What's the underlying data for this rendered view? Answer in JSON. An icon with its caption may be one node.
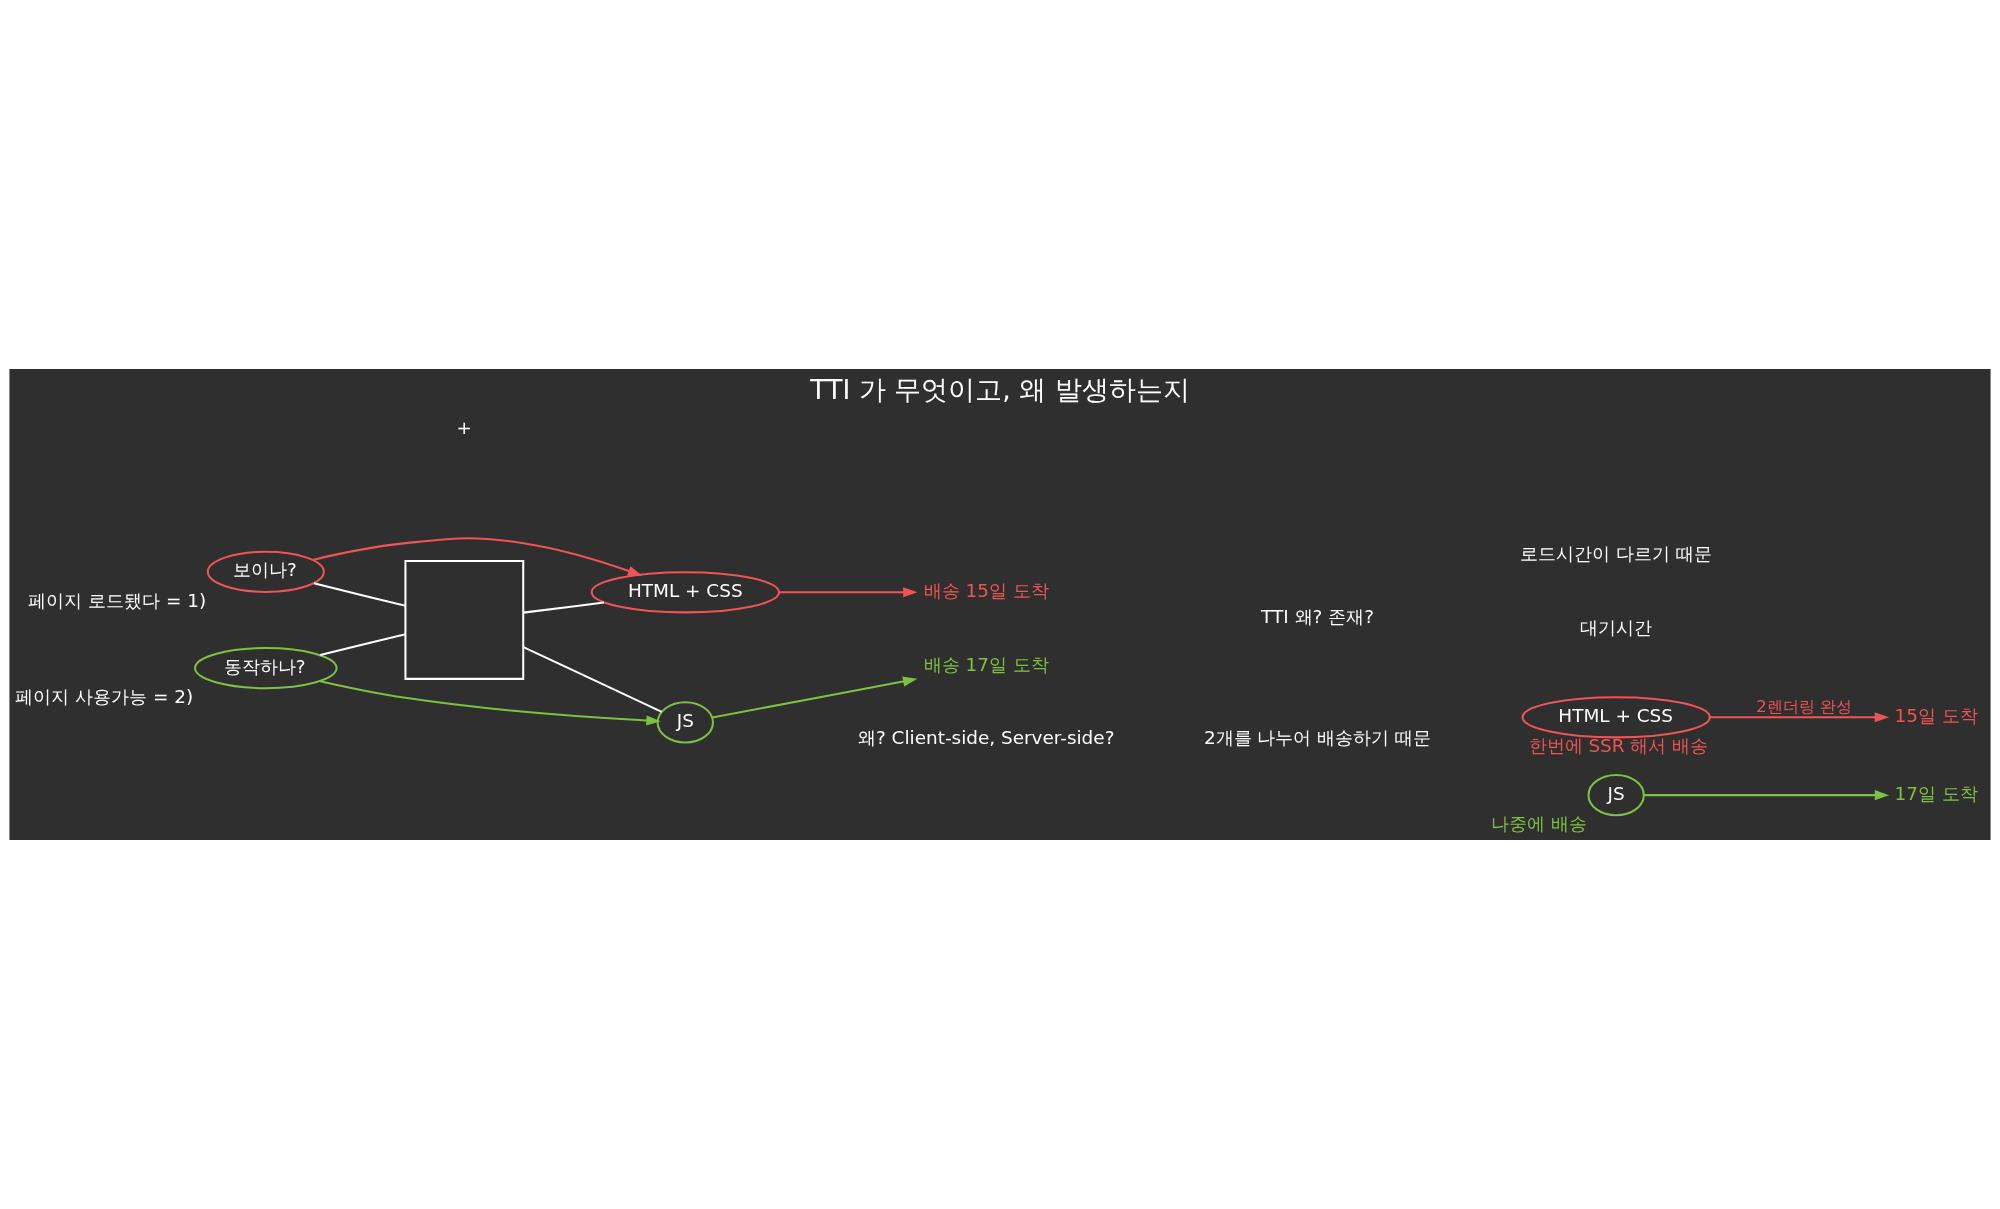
{
  "diagram": {
    "title": "TTI 가 무엇이고, 왜 발생하는지",
    "nodes": [
      {
        "text": [
          "보이나?"
        ],
        "beside": [
          "페이지 로드됐다 = 1)"
        ]
      },
      {
        "text": [
          "동작하나?"
        ],
        "beside": [
          "페이지 사용가능 = 2)"
        ]
      },
      {
        "text": [],
        "shape": "box"
      },
      {
        "text": [
          "HTML + CSS"
        ]
      },
      {
        "text": [
          "JS"
        ]
      },
      {
        "text": [
          "배송 15일 도착"
        ]
      },
      {
        "text": [
          "배송 17일 도착"
        ]
      },
      {
        "text": [
          "HTML + CSS"
        ],
        "beside": [
          "한번에 SSR 해서 배송"
        ]
      },
      {
        "text": [
          "15일 도착"
        ]
      },
      {
        "text": [
          "JS"
        ],
        "beside": [
          "나중에 배송"
        ]
      },
      {
        "text": [
          "17일 도착"
        ]
      }
    ],
    "edges": [
      {
        "from": 0,
        "to": 3,
        "arrow": "to",
        "color": "#f05454"
      },
      {
        "from": 1,
        "to": 4,
        "arrow": "to",
        "color": "#7cc242"
      },
      {
        "from": 0,
        "to": 2,
        "arrow": "none"
      },
      {
        "from": 1,
        "to": 2,
        "arrow": "none"
      },
      {
        "from": 2,
        "to": 3,
        "arrow": "none"
      },
      {
        "from": 2,
        "to": 4,
        "arrow": "none"
      },
      {
        "from": 3,
        "to": 5,
        "arrow": "to",
        "color": "#f05454"
      },
      {
        "from": 4,
        "to": 6,
        "arrow": "to",
        "color": "#7cc242"
      },
      {
        "from": 7,
        "to": 8,
        "arrow": "to",
        "color": "#f05454",
        "label": "2렌더링 완성"
      },
      {
        "from": 9,
        "to": 10,
        "arrow": "to",
        "color": "#7cc242"
      }
    ],
    "labels": [
      "+",
      "TTI 왜? 존재?",
      "로드시간이 다르기 때문",
      "대기시간",
      "왜? Client-side, Server-side?",
      "2개를 나누어 배송하기 때문"
    ]
  }
}
